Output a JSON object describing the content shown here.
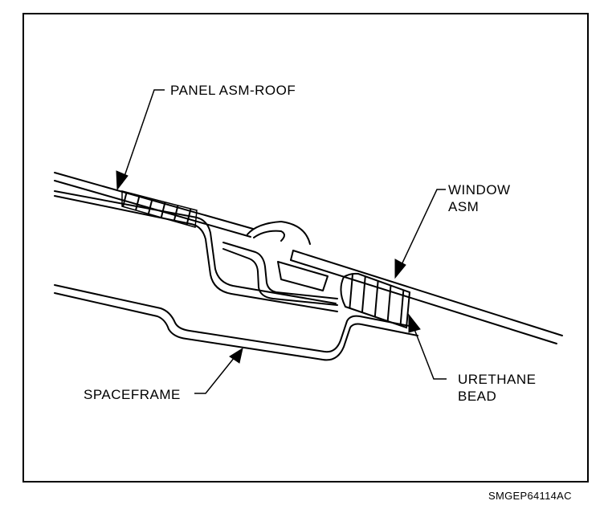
{
  "labels": {
    "panel_asm_roof": "PANEL ASM-ROOF",
    "window_asm_line1": "WINDOW",
    "window_asm_line2": "ASM",
    "urethane_bead_line1": "URETHANE",
    "urethane_bead_line2": "BEAD",
    "spaceframe": "SPACEFRAME"
  },
  "figure_code": "SMGEP64114AC",
  "colors": {
    "ink": "#000000",
    "paper": "#ffffff"
  }
}
